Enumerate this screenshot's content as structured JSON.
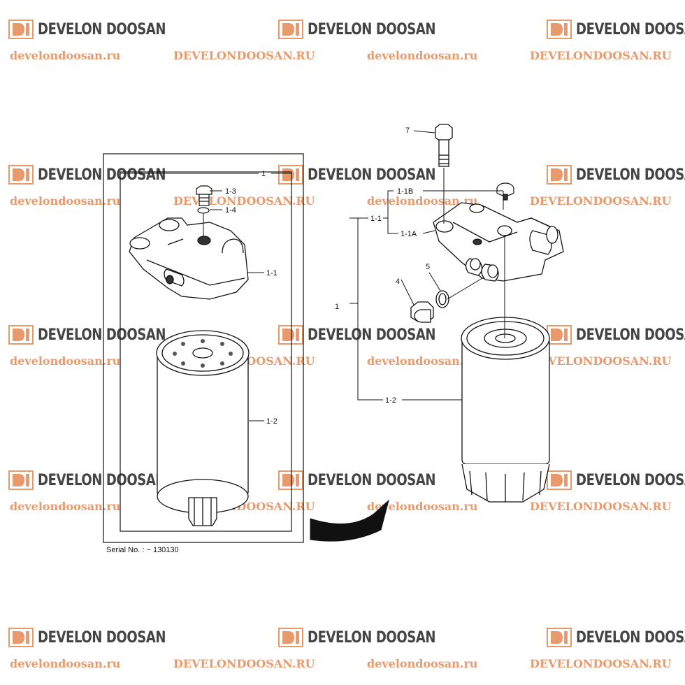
{
  "watermark": {
    "brand": "DEVELON DOOSAN",
    "url_lower": "develondoosan.ru",
    "url_upper": "DEVELONDOOSAN.RU",
    "brand_color": "#e89a6d",
    "text_color": "#444444"
  },
  "callouts": {
    "c1_left": "1",
    "c1_3": "1-3",
    "c1_4": "1-4",
    "c1_1_left": "1-1",
    "c1_2_left": "1-2",
    "c7": "7",
    "c1_1B": "1-1B",
    "c1_1_right": "1-1",
    "c1_1A": "1-1A",
    "c5": "5",
    "c4": "4",
    "c1_right": "1",
    "c1_2_right": "1-2"
  },
  "serial": "Serial No. : ~ 130130"
}
